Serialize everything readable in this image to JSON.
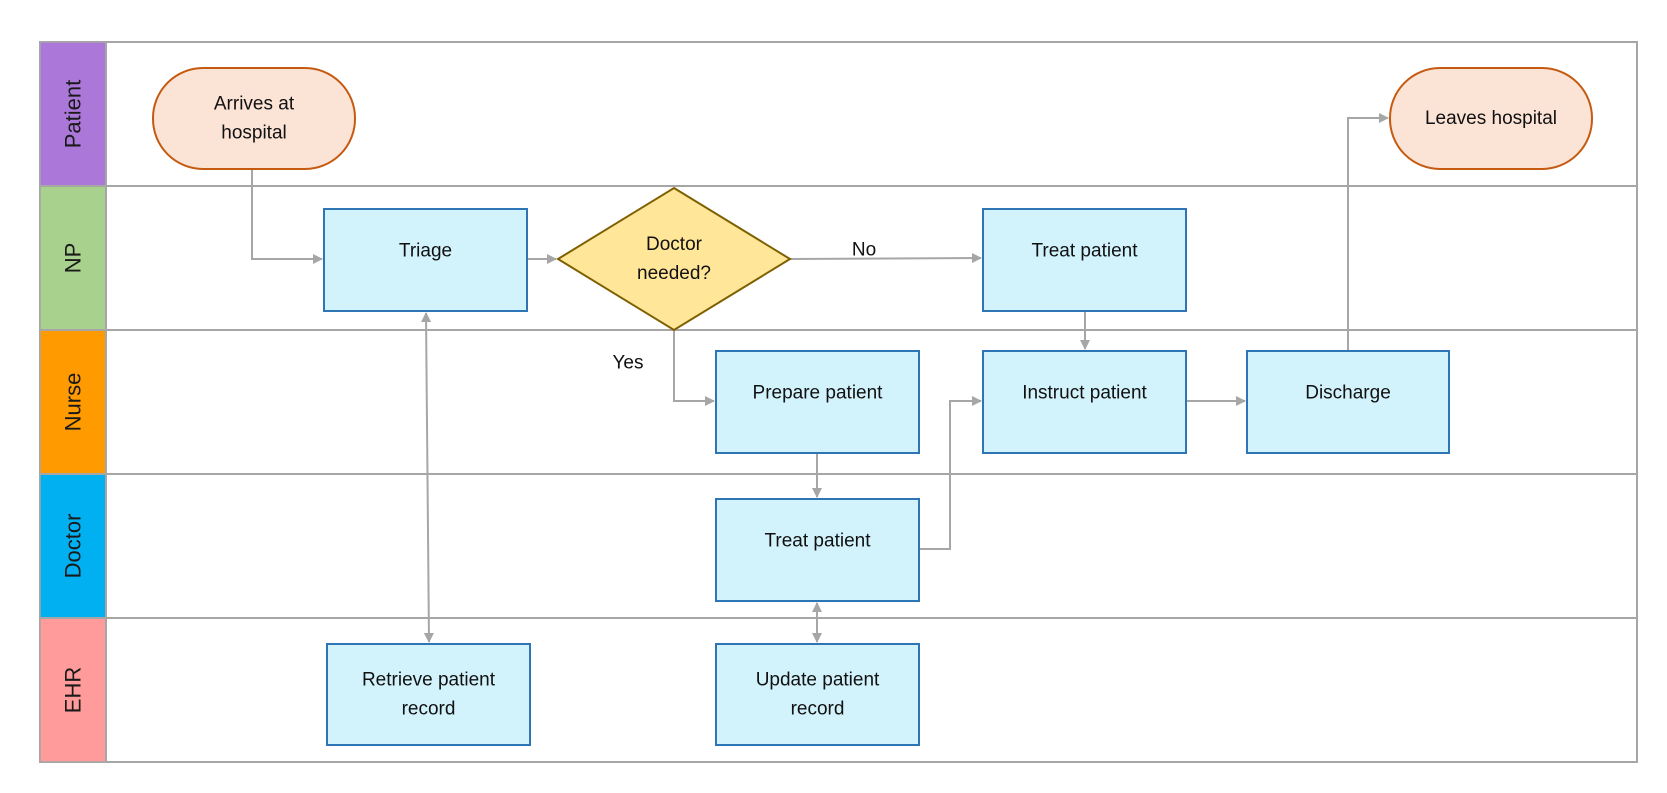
{
  "diagram": {
    "lanes": [
      {
        "id": "patient",
        "label": "Patient",
        "color": "#ab78d9"
      },
      {
        "id": "np",
        "label": "NP",
        "color": "#a9d18e"
      },
      {
        "id": "nurse",
        "label": "Nurse",
        "color": "#ff9a00"
      },
      {
        "id": "doctor",
        "label": "Doctor",
        "color": "#00b0f0"
      },
      {
        "id": "ehr",
        "label": "EHR",
        "color": "#ff9b9b"
      }
    ],
    "nodes": [
      {
        "id": "arrives",
        "type": "terminal",
        "lines": [
          "Arrives at",
          "hospital"
        ]
      },
      {
        "id": "leaves",
        "type": "terminal",
        "lines": [
          "Leaves hospital"
        ]
      },
      {
        "id": "triage",
        "type": "process",
        "lines": [
          "Triage"
        ]
      },
      {
        "id": "decision",
        "type": "decision",
        "lines": [
          "Doctor",
          "needed?"
        ]
      },
      {
        "id": "treat_np",
        "type": "process",
        "lines": [
          "Treat patient"
        ]
      },
      {
        "id": "prepare",
        "type": "process",
        "lines": [
          "Prepare patient"
        ]
      },
      {
        "id": "instruct",
        "type": "process",
        "lines": [
          "Instruct patient"
        ]
      },
      {
        "id": "discharge",
        "type": "process",
        "lines": [
          "Discharge"
        ]
      },
      {
        "id": "treat_doc",
        "type": "process",
        "lines": [
          "Treat patient"
        ]
      },
      {
        "id": "retrieve",
        "type": "process",
        "lines": [
          "Retrieve patient",
          "record"
        ]
      },
      {
        "id": "update",
        "type": "process",
        "lines": [
          "Update patient",
          "record"
        ]
      }
    ],
    "edges": [
      {
        "from": "arrives",
        "to": "triage"
      },
      {
        "from": "triage",
        "to": "decision"
      },
      {
        "from": "decision",
        "to": "treat_np",
        "label": "No"
      },
      {
        "from": "decision",
        "to": "prepare",
        "label": "Yes"
      },
      {
        "from": "treat_np",
        "to": "instruct"
      },
      {
        "from": "prepare",
        "to": "treat_doc"
      },
      {
        "from": "treat_doc",
        "to": "instruct"
      },
      {
        "from": "instruct",
        "to": "discharge"
      },
      {
        "from": "discharge",
        "to": "leaves"
      },
      {
        "from": "triage",
        "to": "retrieve",
        "bidirectional": true
      },
      {
        "from": "treat_doc",
        "to": "update",
        "bidirectional": true
      }
    ],
    "colors": {
      "terminal_fill": "#fbe3d6",
      "terminal_stroke": "#c55a11",
      "process_fill": "#d2f2fc",
      "process_stroke": "#2e75b6",
      "decision_fill": "#ffe699",
      "decision_stroke": "#7f6000",
      "connector": "#a6a6a6",
      "lane_border": "#a6a6a6"
    }
  }
}
